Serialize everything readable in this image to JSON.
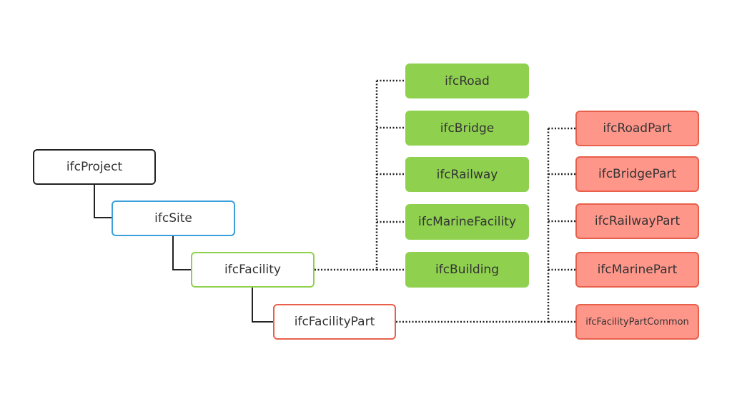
{
  "diagram": {
    "colors": {
      "hierarchy_line": "#222222",
      "dotted_line": "#222222",
      "project_border": "#222222",
      "site_border": "#3aa0dc",
      "facility_border": "#8fd14f",
      "facility_part_border": "#e8604c",
      "facility_type_fill": "#8fd14f",
      "part_type_fill": "#ff968a",
      "part_type_border": "#e8604c"
    },
    "hierarchy": {
      "project": "ifcProject",
      "site": "ifcSite",
      "facility": "ifcFacility",
      "facility_part": "ifcFacilityPart"
    },
    "facility_types": [
      "ifcRoad",
      "ifcBridge",
      "ifcRailway",
      "ifcMarineFacility",
      "ifcBuilding"
    ],
    "part_types": [
      "ifcRoadPart",
      "ifcBridgePart",
      "ifcRailwayPart",
      "ifcMarinePart",
      "ifcFacilityPartCommon"
    ]
  }
}
